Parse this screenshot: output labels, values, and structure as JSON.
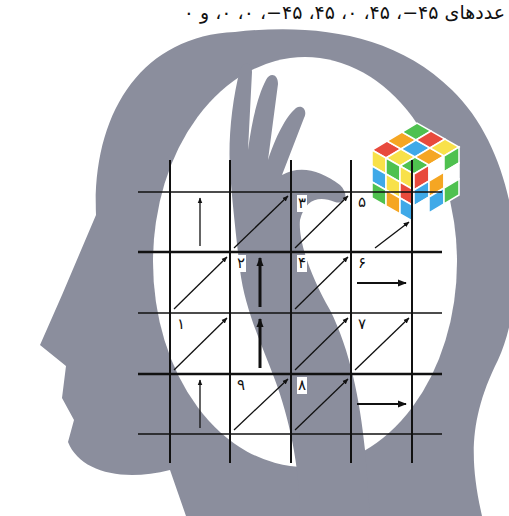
{
  "diagram": {
    "labels": [
      "عددهای ۴۵−، ۴۵، ۰، ۴۵، ۴۵−، ۰، ۰، و ۰",
      "۳",
      "۵",
      "۲",
      "۴",
      "۶",
      "۱",
      "۷",
      "۹",
      "۸"
    ]
  }
}
